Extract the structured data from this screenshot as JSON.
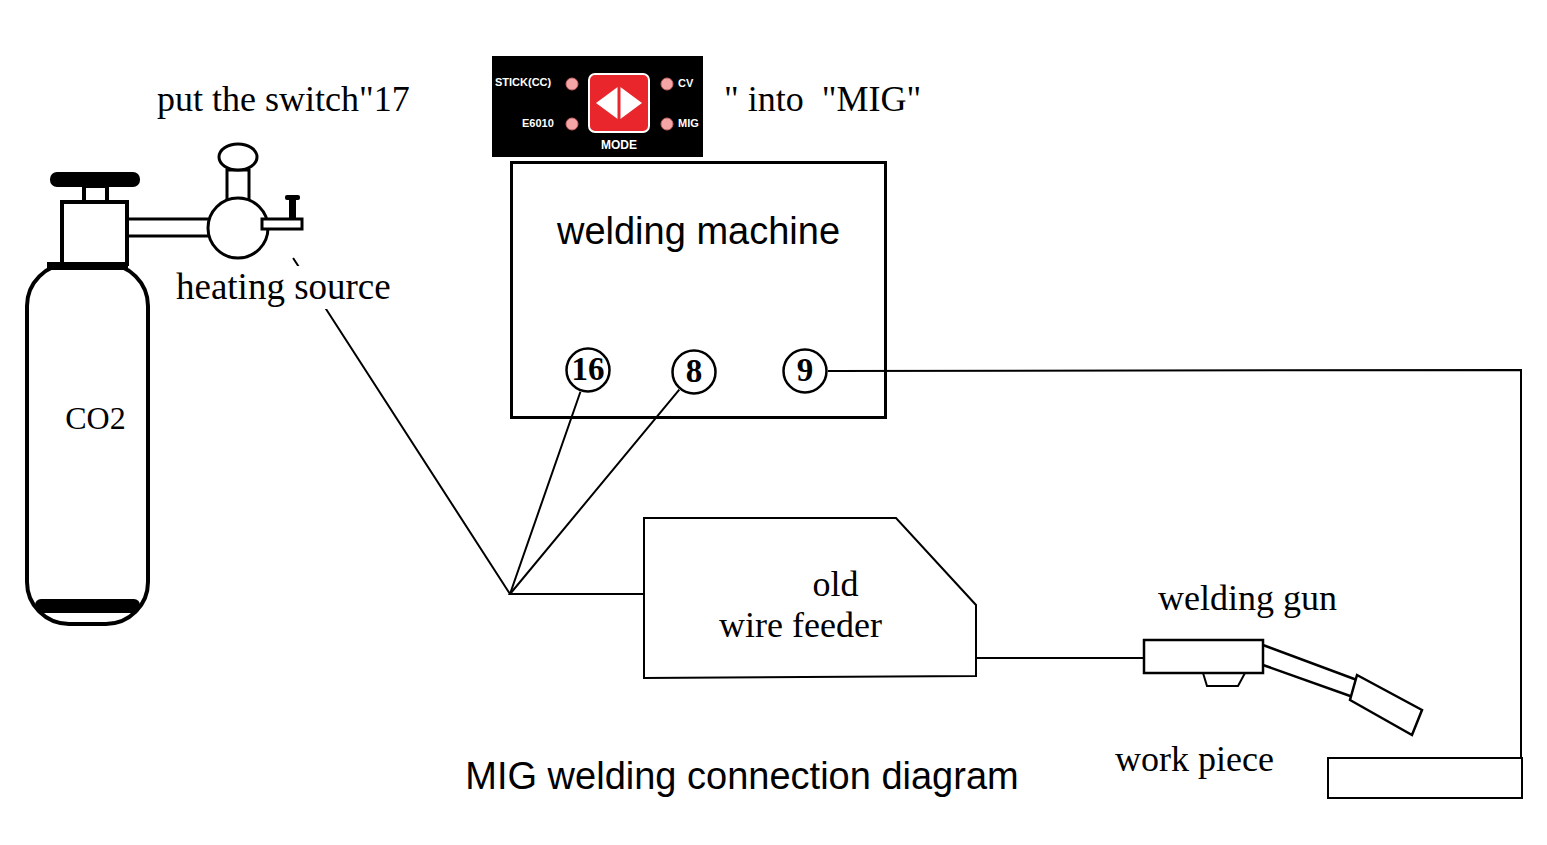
{
  "diagram": {
    "caption": "MIG welding connection diagram",
    "nodes": [
      {
        "text": [
          "STICK(CC)",
          "CV",
          "E6010",
          "MIG",
          "MODE"
        ]
      },
      {
        "text": [
          "heating source"
        ]
      },
      {
        "text": [
          "welding machine"
        ]
      },
      {
        "text": [
          "16"
        ],
        "in": 2
      },
      {
        "text": [
          "8"
        ],
        "in": 2
      },
      {
        "text": [
          "9"
        ],
        "in": 2
      },
      {
        "text": [
          "CO2"
        ]
      },
      {
        "text": [
          "old wire feeder"
        ]
      },
      {
        "text": [
          "welding gun"
        ]
      },
      {
        "text": [
          "work piece"
        ]
      }
    ],
    "edges": [
      {
        "from": 1,
        "to": 7,
        "arrow": "none"
      },
      {
        "from": 3,
        "to": 7,
        "arrow": "none"
      },
      {
        "from": 4,
        "to": 7,
        "arrow": "none"
      },
      {
        "from": 7,
        "to": 8,
        "arrow": "none"
      },
      {
        "from": 5,
        "to": 9,
        "arrow": "none"
      }
    ],
    "labels": [
      "put the switch\"17",
      "\" into  \"MIG\""
    ]
  }
}
